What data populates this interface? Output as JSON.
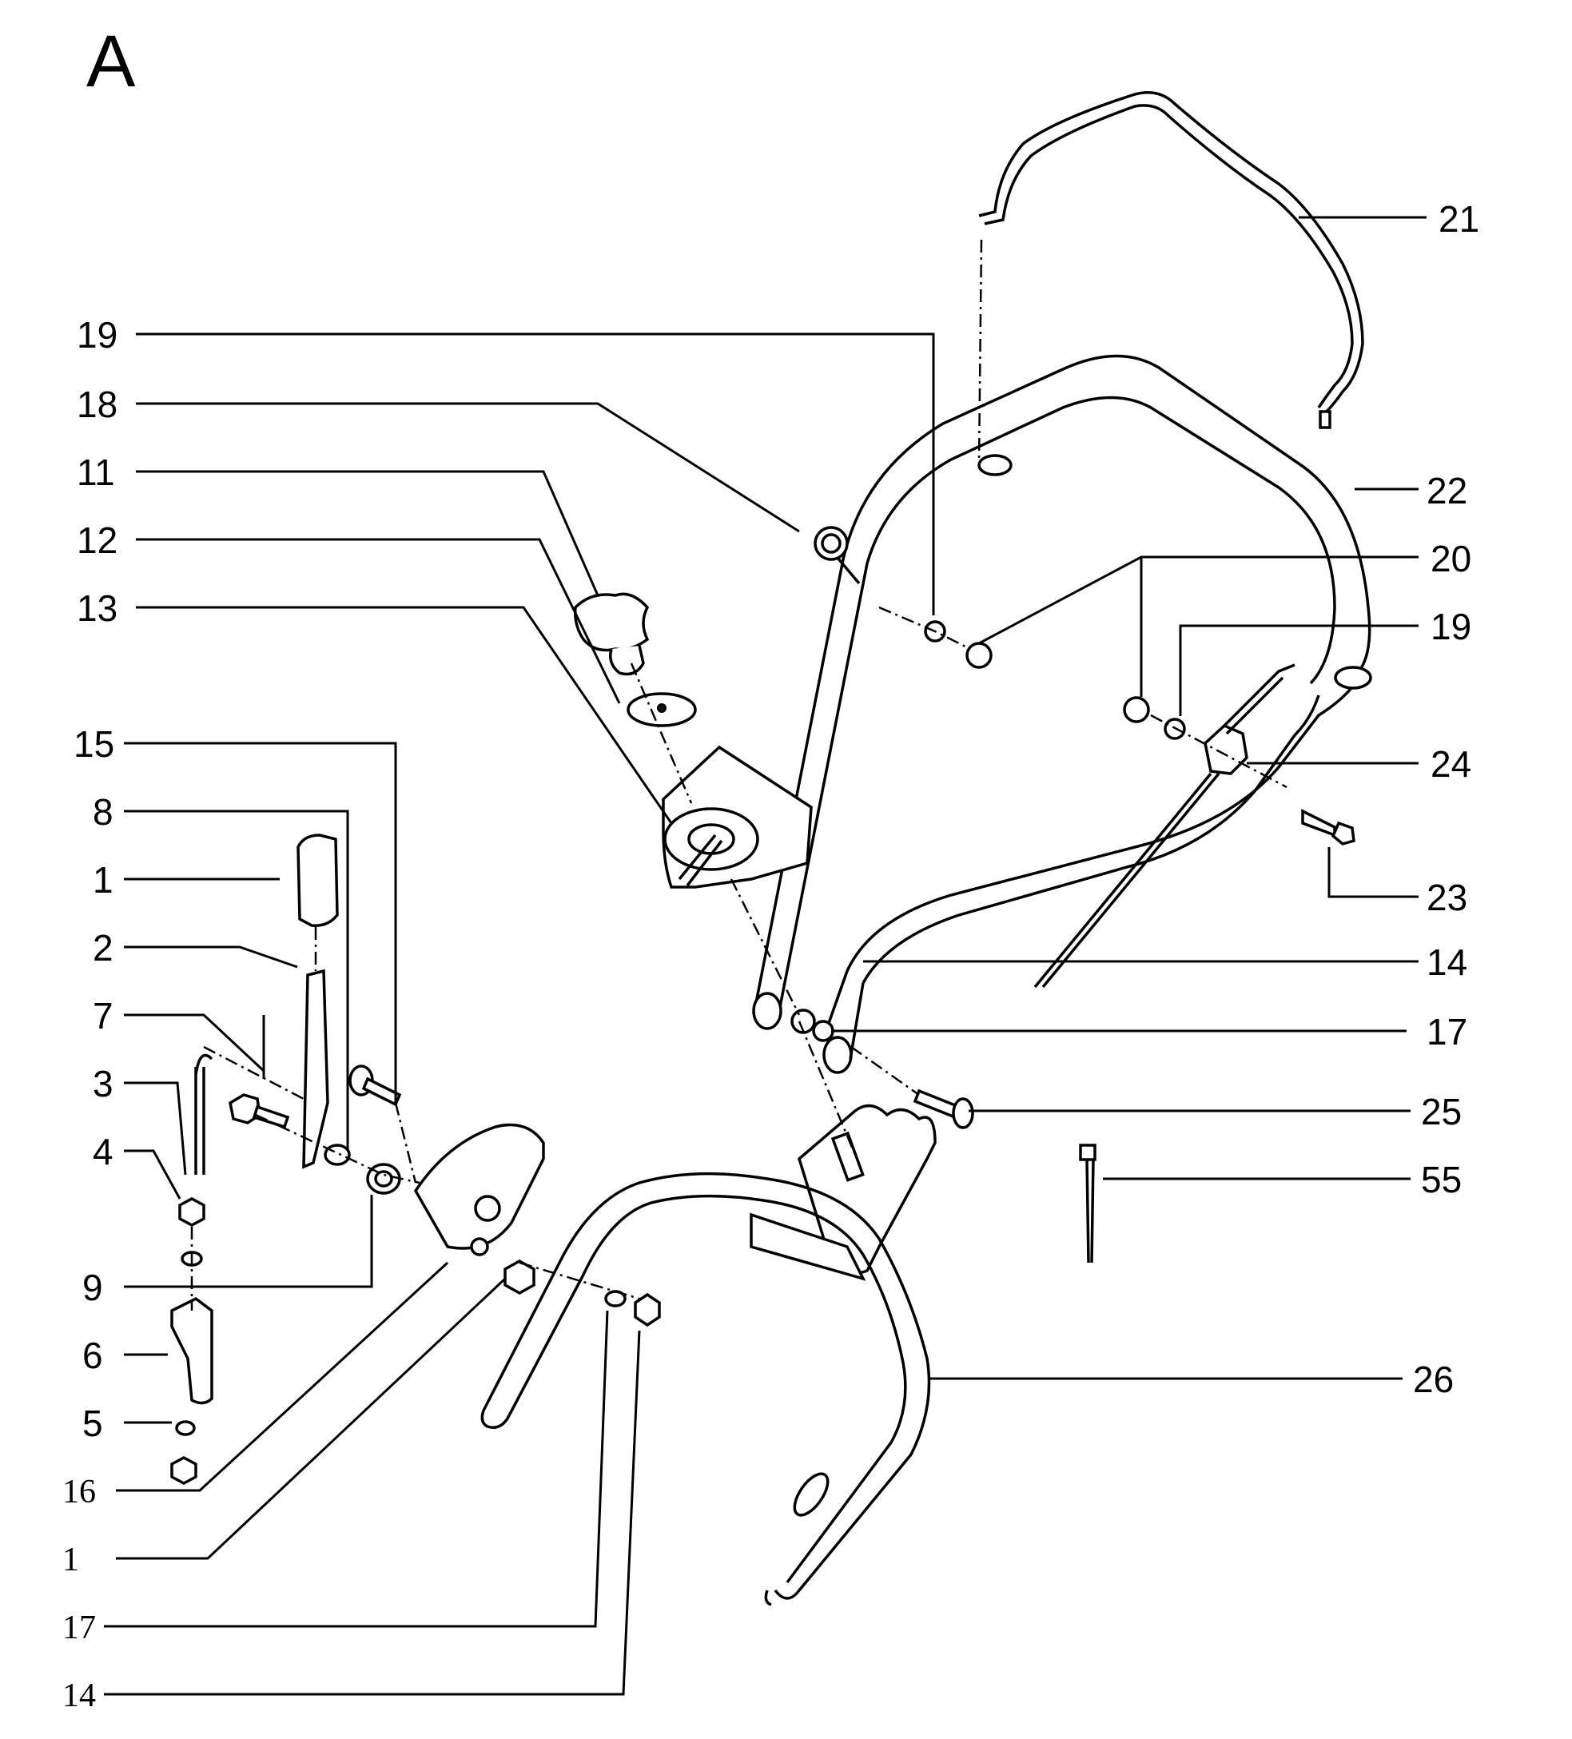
{
  "title": "A",
  "callouts": {
    "c21": "21",
    "c19a": "19",
    "c18": "18",
    "c11": "11",
    "c12": "12",
    "c13": "13",
    "c22": "22",
    "c20": "20",
    "c19b": "19",
    "c15": "15",
    "c8": "8",
    "c24": "24",
    "c1a": "1",
    "c2": "2",
    "c23": "23",
    "c14a": "14",
    "c7": "7",
    "c3": "3",
    "c17a": "17",
    "c4": "4",
    "c25": "25",
    "c55": "55",
    "c9": "9",
    "c6": "6",
    "c26": "26",
    "c5": "5",
    "c16": "16",
    "c1b": "1",
    "c17b": "17",
    "c14b": "14"
  }
}
